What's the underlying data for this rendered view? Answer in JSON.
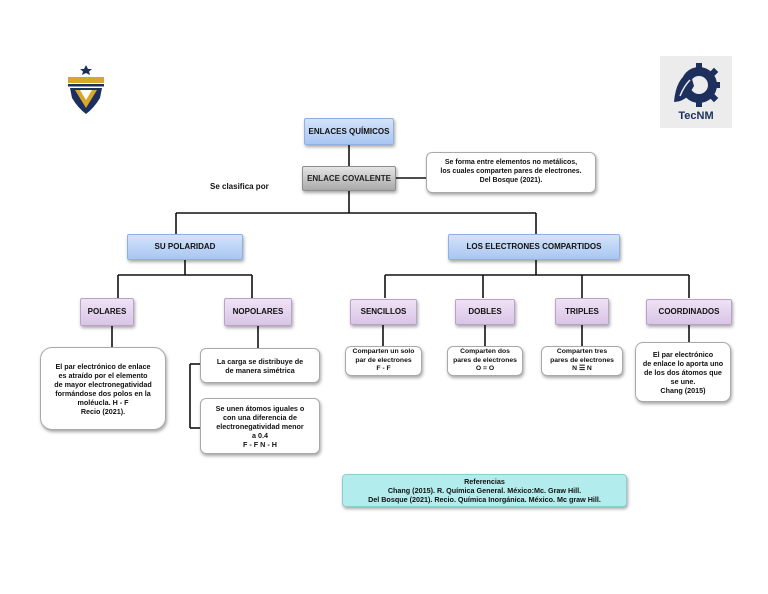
{
  "diagram": {
    "root": "ENLACES QUÍMICOS",
    "covalent": "ENLACE COVALENTE",
    "classified_by": "Se clasifica por",
    "definition": "Se forma entre elementos  no metálicos,\nlos cuales comparten pares de electrones.\nDel Bosque (2021).",
    "branch_polarity": "SU POLARIDAD",
    "branch_electrons": "LOS ELECTRONES COMPARTIDOS",
    "polar": "POLARES",
    "nonpolar": "NOPOLARES",
    "single": "SENCILLOS",
    "double": "DOBLES",
    "triple": "TRIPLES",
    "coordinated": "COORDINADOS",
    "polar_desc": "El par electrónico de enlace\nes atraído por el elemento\nde mayor electronegatividad\nformándose dos polos en la\nmoléucla.     H - F\nRecio (2021).",
    "nonpolar_desc_1": "La carga se distribuye de\nde manera simétrica",
    "nonpolar_desc_2": "Se unen átomos iguales o\ncon una diferencia de\nelectronegatividad menor\na 0.4\nF - F       N - H",
    "single_desc": "Comparten un solo\npar de electrones\nF - F",
    "double_desc": "Comparten dos\npares de electrones\nO = O",
    "triple_desc": "Comparten tres\npares   de electrones\nN ☰ N",
    "coordinated_desc": "El par electrónico\nde enlace lo aporta uno\nde los dos átomos que\nse une.\nChang (2015)",
    "references": "Referencias\nChang (2015). R. Química General. México:Mc. Graw Hill.\nDel Bosque (2021). Recio. Química Inorgánica. México. Mc graw Hill."
  },
  "logos": {
    "left_logo": "institution-crest-logo",
    "right_logo_text": "TecNM"
  },
  "colors": {
    "blue_box": "#a9c6f2",
    "grey_box": "#a9a9a9",
    "purple_box": "#d9c4e6",
    "reference_box": "#b3ecec",
    "tecnm_blue": "#1d2f5c",
    "gold": "#d8a72a"
  }
}
